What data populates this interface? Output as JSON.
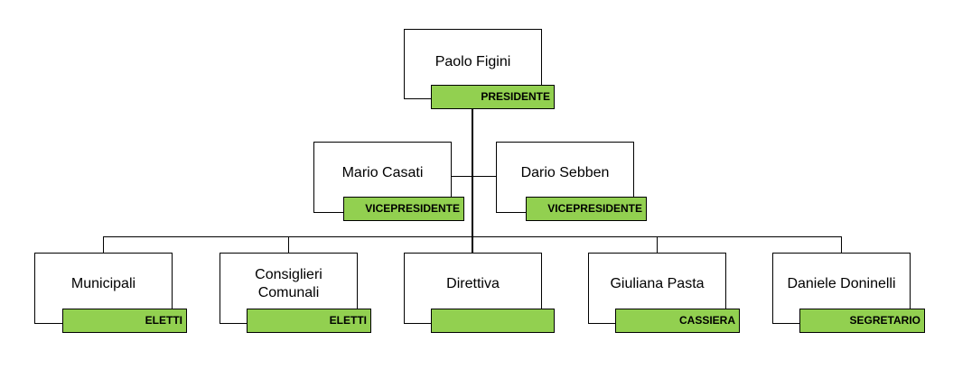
{
  "org_chart": {
    "president": {
      "name": "Paolo Figini",
      "role": "PRESIDENTE"
    },
    "vice_1": {
      "name": "Mario Casati",
      "role": "VICEPRESIDENTE"
    },
    "vice_2": {
      "name": "Dario Sebben",
      "role": "VICEPRESIDENTE"
    },
    "members": [
      {
        "name": "Municipali",
        "role": "ELETTI"
      },
      {
        "name": "Consiglieri\nComunali",
        "role": "ELETTI"
      },
      {
        "name": "Direttiva",
        "role": ""
      },
      {
        "name": "Giuliana Pasta",
        "role": "CASSIERA"
      },
      {
        "name": "Daniele Doninelli",
        "role": "SEGRETARIO"
      }
    ]
  },
  "colors": {
    "tag_fill": "#92d050",
    "border": "#000000"
  }
}
